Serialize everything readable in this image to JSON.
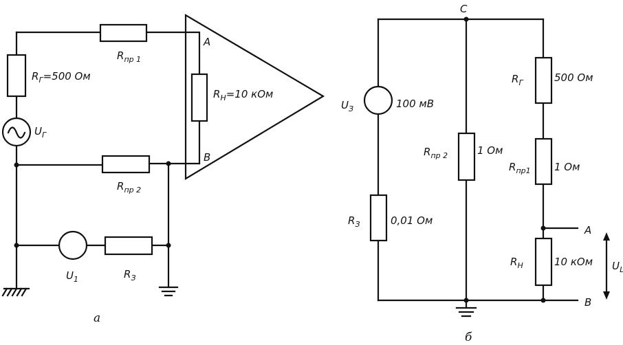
{
  "diagram_a": {
    "caption": "а",
    "labels": {
      "rg": {
        "main": "R",
        "sub": "Г",
        "value": "=500 Ом"
      },
      "ug": {
        "main": "U",
        "sub": "Г"
      },
      "rpr1": {
        "main": "R",
        "sub": "пр 1"
      },
      "rpr2": {
        "main": "R",
        "sub": "пр 2"
      },
      "rn": {
        "main": "R",
        "sub": "Н",
        "value": "=10 кОм"
      },
      "terminal_a": "A",
      "terminal_b": "B",
      "u1": {
        "main": "U",
        "sub": "1"
      },
      "r3": {
        "main": "R",
        "sub": "З"
      }
    }
  },
  "diagram_b": {
    "caption": "б",
    "labels": {
      "node_c": "C",
      "u3": {
        "main": "U",
        "sub": "З",
        "value": "100 мВ"
      },
      "r3": {
        "main": "R",
        "sub": "З",
        "value": "0,01 Ом"
      },
      "rpr2": {
        "main": "R",
        "sub": "пр 2",
        "value": "1 Ом"
      },
      "rg": {
        "main": "R",
        "sub": "Г",
        "value": "500 Ом"
      },
      "rpr1": {
        "main": "R",
        "sub": "пр1",
        "value": "1 Ом"
      },
      "rn": {
        "main": "R",
        "sub": "Н",
        "value": "10 кОм"
      },
      "terminal_a": "A",
      "terminal_b": "B",
      "uc": {
        "main": "U",
        "sub": "Ц"
      }
    }
  }
}
